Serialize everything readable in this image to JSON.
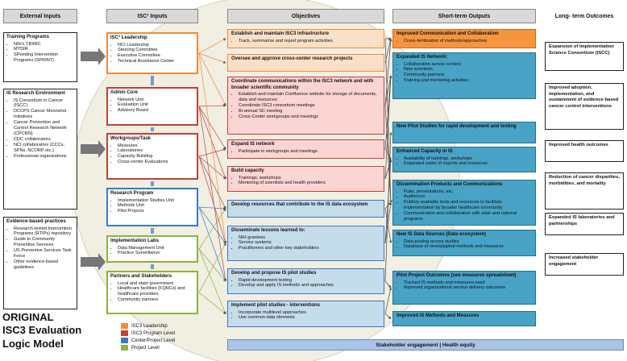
{
  "headers": {
    "external": "External Inputs",
    "isc3": "ISC³ Inputs",
    "objectives": "Objectives",
    "short_term": "Short-term Outputs",
    "long_term": "Long- term Outcomes"
  },
  "external_inputs": [
    {
      "title": "Training Programs",
      "items": [
        "NIH’s TIDIRC",
        "MTDIR",
        "SPeeding Intervention Programs (SPRINT)"
      ]
    },
    {
      "title": "IS Research Environment",
      "items": [
        "IS Consortium in Cancer (ISCC)",
        "DCCPS Cancer Moonshot Initiatives",
        "Cancer Prevention and Control Research Network (CPCRN)",
        "CDC collaborators",
        "NCI collaborators (CCCs, SPNs, NCORP etc.)",
        "Professional organizations"
      ]
    },
    {
      "title": "Evidence-based practices",
      "items": [
        "Research-tested Intervention Programs (RTIPs) repository",
        "Guide to Community Preventive Services",
        "US Preventive Services Task Force",
        "Other evidence-based guidelines"
      ]
    }
  ],
  "isc3_inputs": [
    {
      "title": "ISC³ Leadership",
      "color": "#f2893a",
      "items": [
        "NCI Leadership",
        "Steering Committee",
        "Executive Committee",
        "Technical Assistance Center"
      ]
    },
    {
      "title": "Admin Core",
      "color": "#c0403a",
      "items": [
        "Network Unit",
        "Evaluation Unit",
        "Advisory Board"
      ]
    },
    {
      "title": "Workgroups/Task",
      "color": "#c0403a",
      "items": [
        "Measures",
        "Laboratories",
        "Capacity Building",
        "Cross-center Evaluations"
      ]
    },
    {
      "title": "Research Program",
      "color": "#3a78c2",
      "items": [
        "Implementation Studies Unit",
        "Methods Unit",
        "Pilot Projects"
      ]
    },
    {
      "title": "Implementation Labs",
      "color": "#8cb43c",
      "items": [
        "Data Management Unit",
        "Practice Surveillance"
      ]
    },
    {
      "title": "Partners and Stakeholders",
      "color": "#8cb43c",
      "items": [
        "Local and state government",
        "Healthcare facilities (FQHCs) and healthcare providers",
        "Community partners"
      ]
    }
  ],
  "objectives": [
    {
      "title": "Establish and maintain ISC3 infrastructure",
      "items": [
        "Track, summarize and report program activities"
      ]
    },
    {
      "title": "Oversee and approve cross-center research projects",
      "items": []
    },
    {
      "title": "Coordinate communications within the ISC3 network and with broader scientific community",
      "items": [
        "Establish and maintain Confluence website for storage of documents, data and resources",
        "Coordinate ISC3 consortium meetings",
        "Bi-annual SC meeting",
        "Cross-Center workgroups and meetings"
      ]
    },
    {
      "title": "Expand IS network",
      "items": [
        "Participate in workgroups and meetings"
      ]
    },
    {
      "title": "Build capacity",
      "items": [
        "Trainings, workshops",
        "Mentoring of scientists and health providers"
      ]
    },
    {
      "title": "Develop resources that contribute to the IS data ecosystem",
      "items": []
    },
    {
      "title": "Disseminate lessons learned to:",
      "items": [
        "NIH grantees",
        "Service systems",
        "Practitioners and other key stakeholders"
      ]
    },
    {
      "title": "Develop and propose IS pilot studies",
      "items": [
        "Rapid development testing",
        "Develop and apply IS methods and approaches"
      ]
    },
    {
      "title": "Implement pilot studies - interventions",
      "items": [
        "Incorporate multilevel approaches",
        "Use common data elements"
      ]
    }
  ],
  "outputs": [
    {
      "title": "Improved Communication and Collaboration",
      "items": [
        "Cross-fertilization of methods/approaches"
      ]
    },
    {
      "title": "Expanded IS Network:",
      "items": [
        "Collaboration across centers",
        "New scientists",
        "Community partners",
        "Training and mentoring activities"
      ]
    },
    {
      "title": "New Pilot Studies for rapid development and testing",
      "items": []
    },
    {
      "title": "Enhanced Capacity in IS",
      "items": [
        "Availability of trainings, workshops",
        "Expanded cadre of experts and resources"
      ]
    },
    {
      "title": "Dissemination Products and Communications",
      "items": [
        "Pubs, presentations, etc.",
        "Audiences",
        "Publicly-available tools and resources to facilitate implementation by broader healthcare community",
        "Communication and collaboration with state and national programs"
      ]
    },
    {
      "title": "New IS Data Sources (Data ecosystem)",
      "items": [
        "Data pooling across studies",
        "Database of new/adapted methods and measures"
      ]
    },
    {
      "title": "Pilot Project Outcomes (see measures spreadsheet)",
      "items": [
        "Tracked IS methods and measures used",
        "Improved organizational service-delivery outcomes"
      ]
    },
    {
      "title": "Improved IS Methods and Measures",
      "items": []
    }
  ],
  "outcomes": [
    "Expansion of Implementation Science Consortium (ISCC)",
    "Improved adoption, implementation, and sustainment of evidence-based cancer control interventions",
    "Improved health outcomes",
    "Reduction of cancer disparities, morbidities, and mortality",
    "Expanded IS laboratories and partnerships",
    "Increased stakeholder engagement"
  ],
  "legend": [
    {
      "label": "ISC3 Leadership",
      "color": "#f2893a"
    },
    {
      "label": "ISC3 Program Level",
      "color": "#c0403a"
    },
    {
      "label": "Center/Project Level",
      "color": "#3a78c2"
    },
    {
      "label": "Project Level",
      "color": "#8cb43c"
    }
  ],
  "caption": {
    "line1": "ORIGINAL",
    "line2": "ISC3 Evaluation",
    "line3": "Logic Model"
  },
  "footer": "Stakeholder engagement | Health equity"
}
